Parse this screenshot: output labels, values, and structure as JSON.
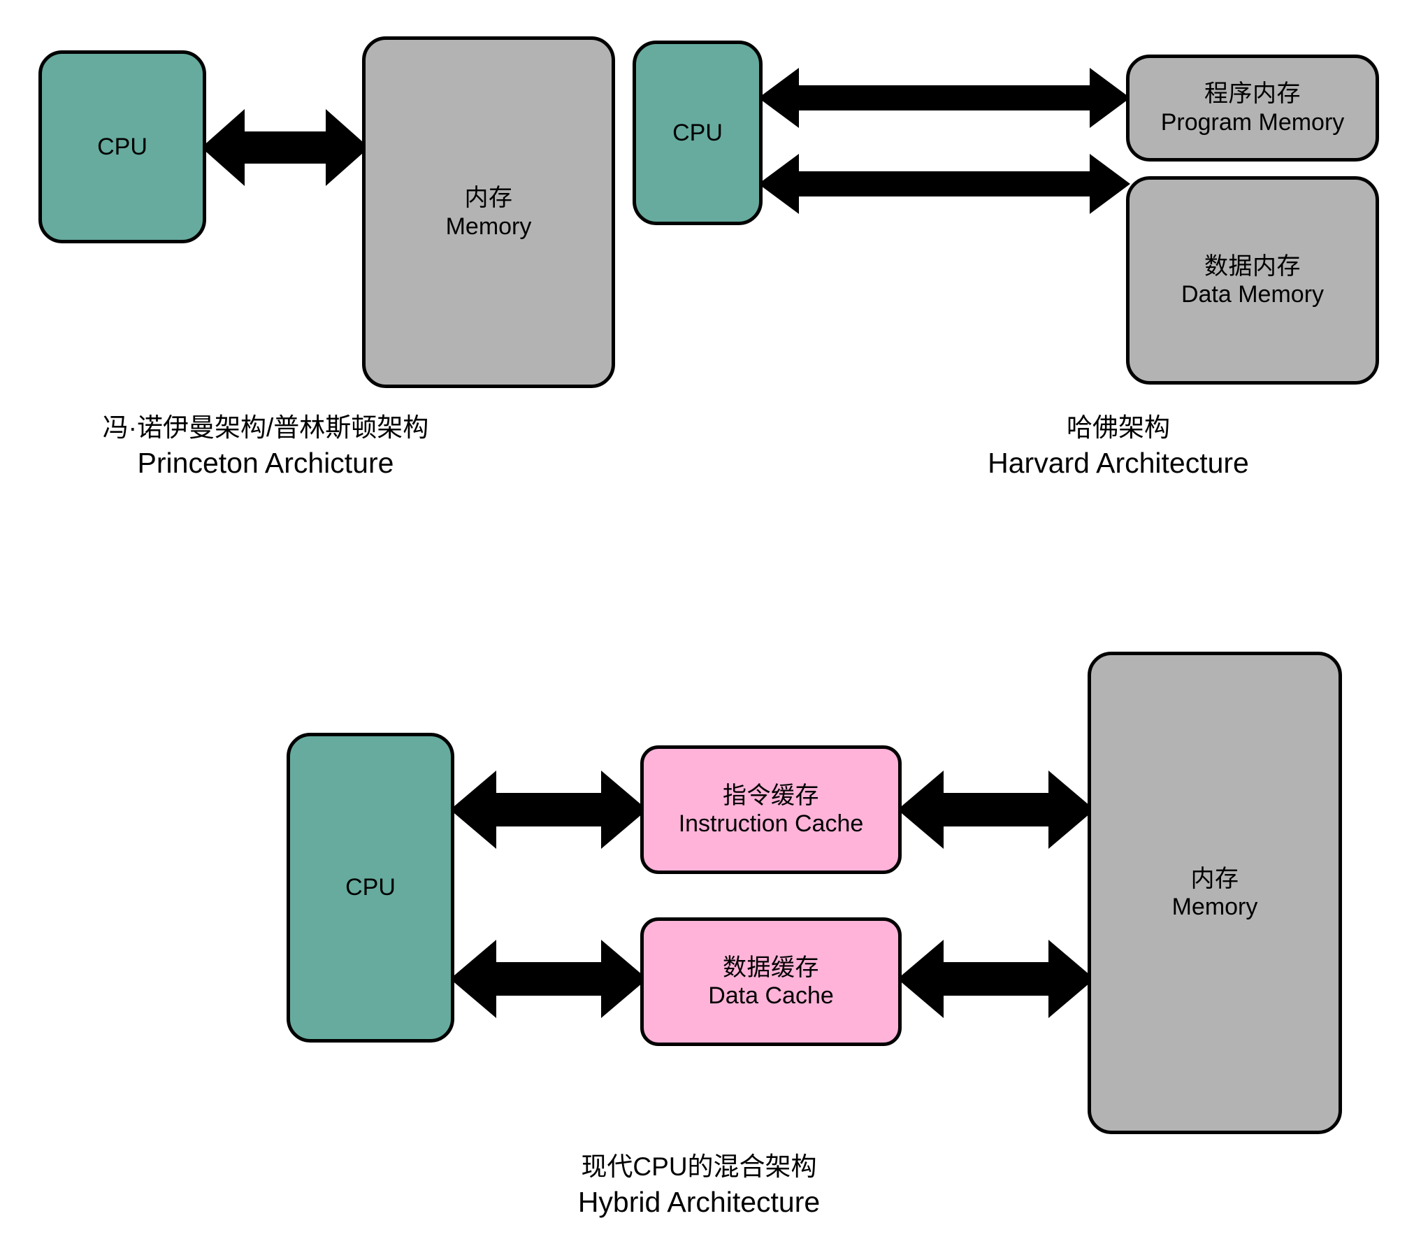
{
  "diagram": {
    "title_visible": false,
    "background_color": "#ffffff",
    "palette": {
      "cpu_fill": "#66ab9e",
      "memory_fill": "#b3b3b3",
      "cache_fill": "#ffb3d9",
      "stroke": "#000000",
      "arrow": "#000000"
    },
    "panels": [
      {
        "id": "princeton",
        "caption_cn": "冯·诺伊曼架构/普林斯顿架构",
        "caption_en": "Princeton Archicture",
        "nodes": [
          {
            "id": "cpu",
            "label_en": "CPU",
            "label_cn": "",
            "fill": "#66ab9e"
          },
          {
            "id": "memory",
            "label_cn": "内存",
            "label_en": "Memory",
            "fill": "#b3b3b3"
          }
        ],
        "connections": [
          {
            "from": "cpu",
            "to": "memory",
            "kind": "bidirectional"
          }
        ]
      },
      {
        "id": "harvard",
        "caption_cn": "哈佛架构",
        "caption_en": "Harvard Architecture",
        "nodes": [
          {
            "id": "cpu",
            "label_en": "CPU",
            "label_cn": "",
            "fill": "#66ab9e"
          },
          {
            "id": "program-memory",
            "label_cn": "程序内存",
            "label_en": "Program Memory",
            "fill": "#b3b3b3"
          },
          {
            "id": "data-memory",
            "label_cn": "数据内存",
            "label_en": "Data Memory",
            "fill": "#b3b3b3"
          }
        ],
        "connections": [
          {
            "from": "cpu",
            "to": "program-memory",
            "kind": "bidirectional"
          },
          {
            "from": "cpu",
            "to": "data-memory",
            "kind": "bidirectional"
          }
        ]
      },
      {
        "id": "hybrid",
        "caption_cn": "现代CPU的混合架构",
        "caption_en": "Hybrid Architecture",
        "nodes": [
          {
            "id": "cpu",
            "label_en": "CPU",
            "label_cn": "",
            "fill": "#66ab9e"
          },
          {
            "id": "instruction-cache",
            "label_cn": "指令缓存",
            "label_en": "Instruction Cache",
            "fill": "#ffb3d9"
          },
          {
            "id": "data-cache",
            "label_cn": "数据缓存",
            "label_en": "Data Cache",
            "fill": "#ffb3d9"
          },
          {
            "id": "memory",
            "label_cn": "内存",
            "label_en": "Memory",
            "fill": "#b3b3b3"
          }
        ],
        "connections": [
          {
            "from": "cpu",
            "to": "instruction-cache",
            "kind": "bidirectional"
          },
          {
            "from": "cpu",
            "to": "data-cache",
            "kind": "bidirectional"
          },
          {
            "from": "instruction-cache",
            "to": "memory",
            "kind": "bidirectional"
          },
          {
            "from": "data-cache",
            "to": "memory",
            "kind": "bidirectional"
          }
        ]
      }
    ]
  }
}
